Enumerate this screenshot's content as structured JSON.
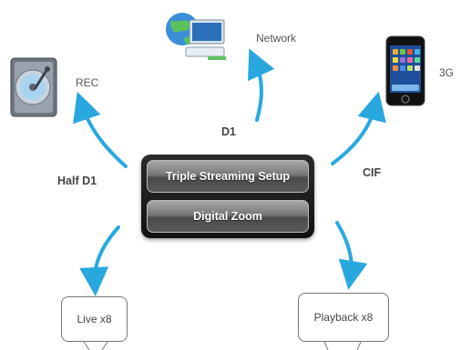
{
  "labels": {
    "network": "Network",
    "rec": "REC",
    "three_g": "3G",
    "d1": "D1",
    "half_d1": "Half D1",
    "cif": "CIF"
  },
  "panel": {
    "triple_streaming": "Triple Streaming Setup",
    "digital_zoom": "Digital Zoom"
  },
  "bubbles": {
    "live": "Live x8",
    "playback": "Playback x8"
  },
  "colors": {
    "arrow": "#29a8e0",
    "panel_dark": "#1a1a1a"
  },
  "icons": [
    "network-computer-icon",
    "hard-drive-icon",
    "smartphone-icon"
  ]
}
